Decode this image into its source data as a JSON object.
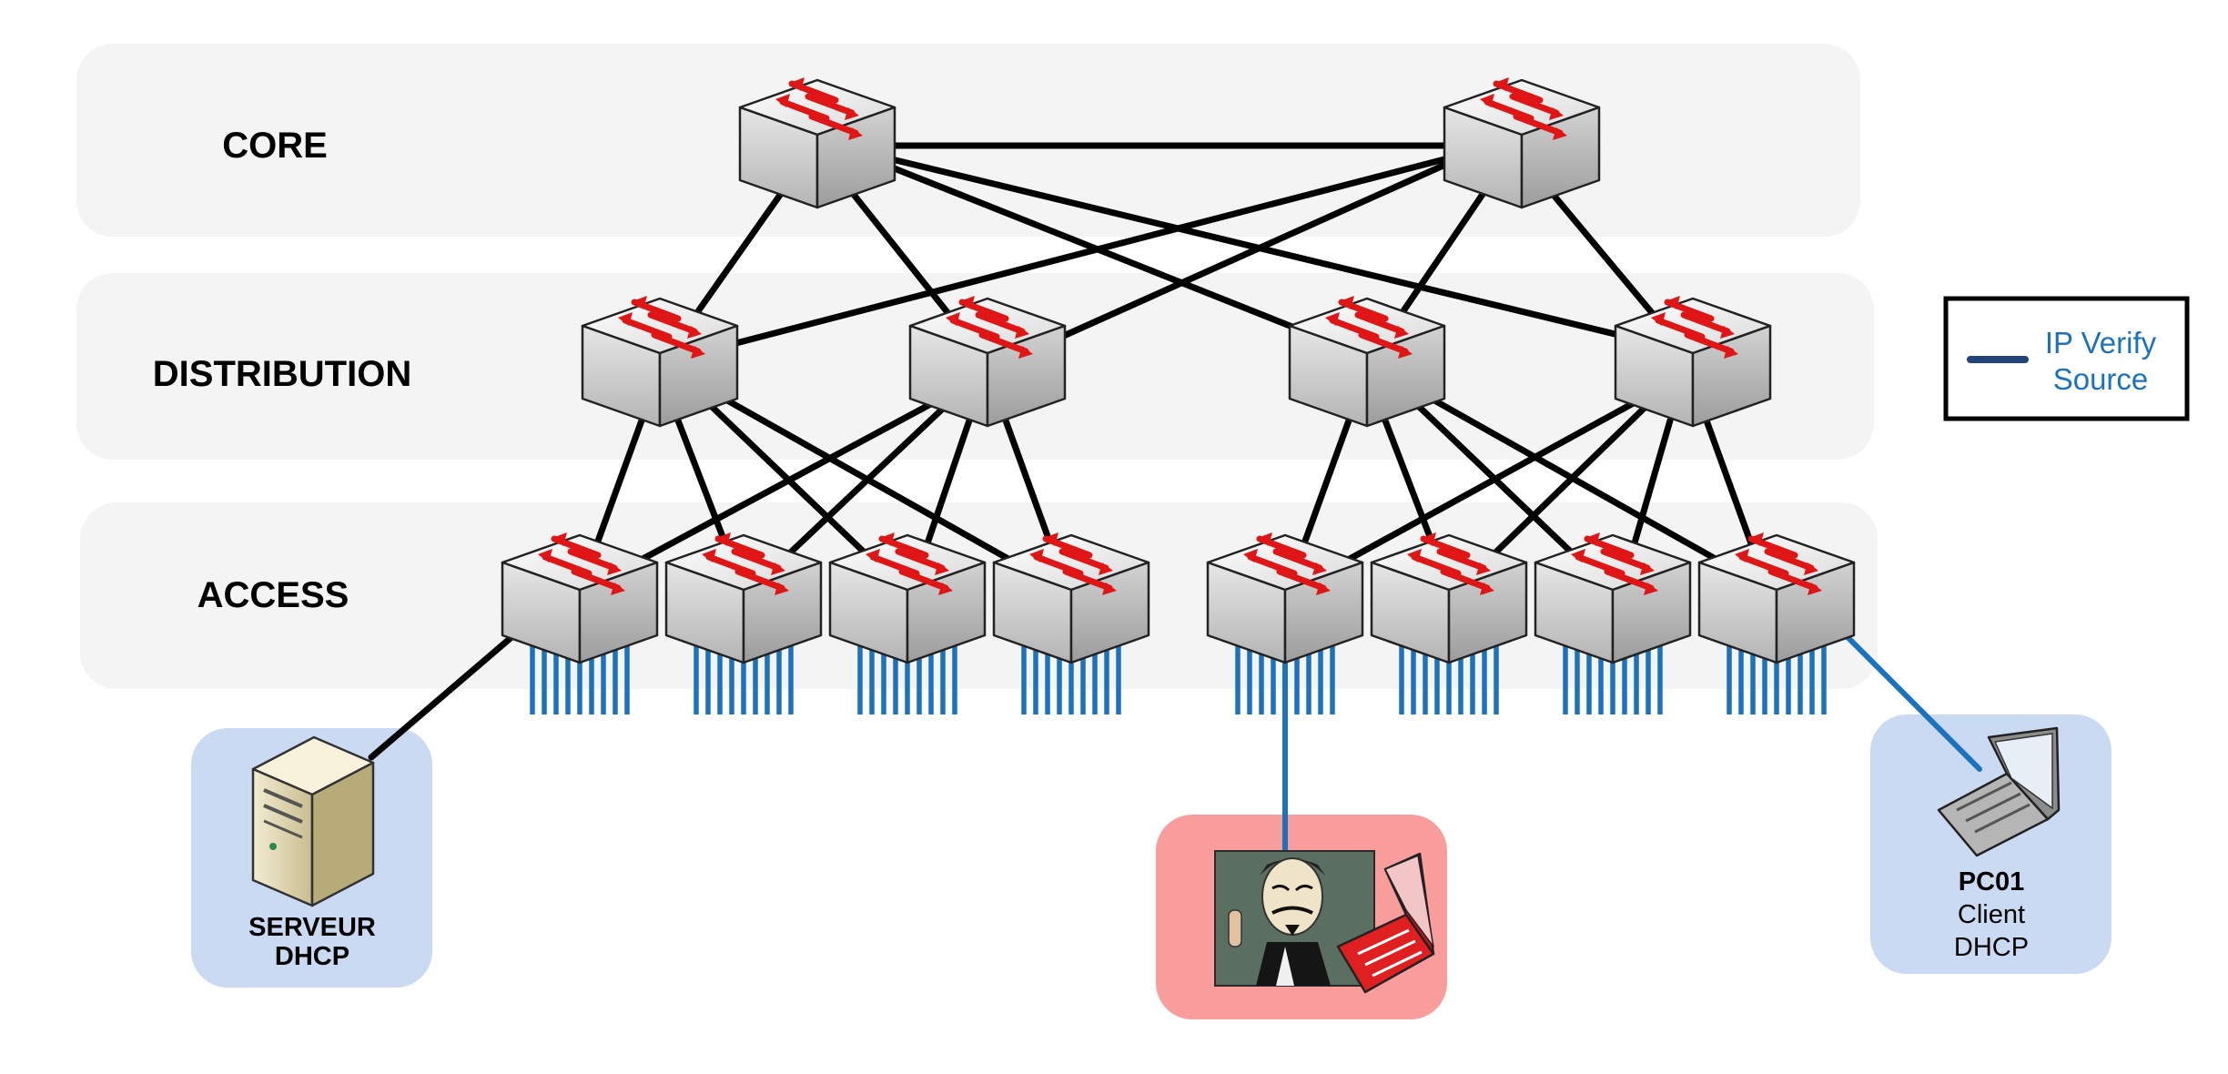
{
  "layers": {
    "core": "CORE",
    "distribution": "DISTRIBUTION",
    "access": "ACCESS"
  },
  "legend": {
    "line1": "IP Verify",
    "line2": "Source",
    "color": "#1b72bf",
    "swatch_color": "#21457a"
  },
  "server": {
    "line1": "SERVEUR",
    "line2": "DHCP",
    "panel_color": "#c9daf2"
  },
  "attacker": {
    "panel_color": "#f99c9c"
  },
  "client": {
    "line1": "PC01",
    "line2": "Client",
    "line3": "DHCP",
    "panel_color": "#c9daf2"
  },
  "icons": [
    "switch-icon",
    "server-icon",
    "laptop-icon",
    "attacker-avatar-icon"
  ],
  "colors": {
    "link": "#000000",
    "ip_verify_link": "#1b72bf",
    "switch_arrows": "#e01616"
  }
}
